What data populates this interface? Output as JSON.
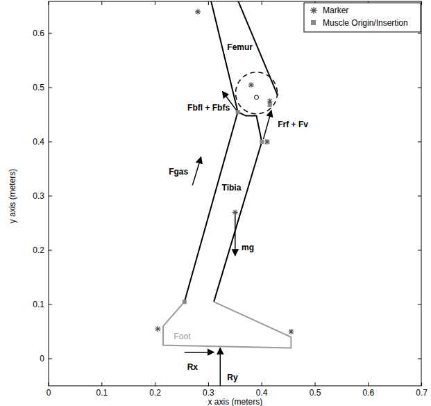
{
  "diagram": {
    "labels": [
      "0.6",
      "0.5",
      "0.4",
      "0.3",
      "0.2",
      "0.1",
      "0",
      "0",
      "0.1",
      "0.2",
      "0.3",
      "0.4",
      "0.5",
      "0.6",
      "0.7",
      "y axis (meters)",
      "x axis (meters)",
      "Femur",
      "Fbfl + Fbfs",
      "Frf + Fv",
      "Fgas",
      "Tibia",
      "mg",
      "Foot",
      "Rx",
      "Ry"
    ],
    "legend": [
      {
        "text": "Marker"
      },
      {
        "text": "Muscle Origin/Insertion"
      }
    ]
  }
}
